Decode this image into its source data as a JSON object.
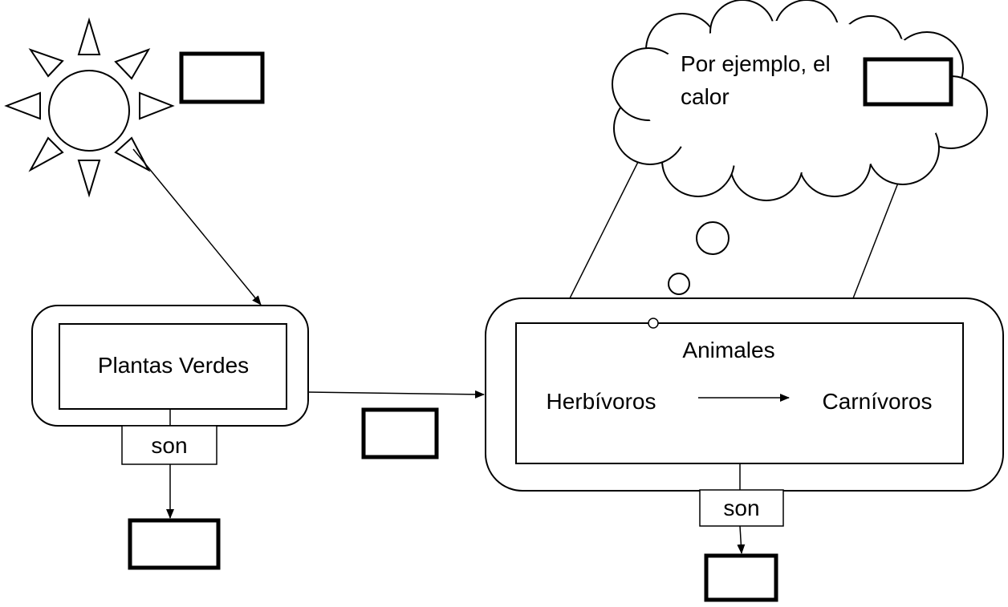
{
  "plants": {
    "label": "Plantas Verdes",
    "son_label": "son"
  },
  "animals": {
    "title": "Animales",
    "herbivores": "Herbívoros",
    "carnivores": "Carnívoros",
    "son_label": "son"
  },
  "cloud": {
    "line1": "Por ejemplo, el",
    "line2": "calor"
  },
  "colors": {
    "stroke": "#000000",
    "background": "#ffffff"
  },
  "icons": [
    "sun-icon",
    "thought-cloud-icon"
  ]
}
